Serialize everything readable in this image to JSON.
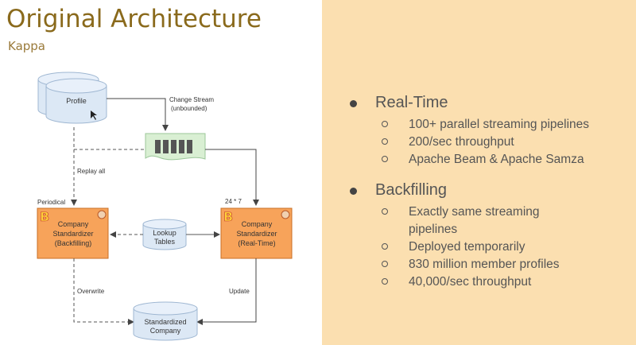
{
  "slide": {
    "title": "Original Architecture",
    "subtitle": "Kappa"
  },
  "diagram": {
    "profile": "Profile",
    "change_stream_line1": "Change Stream",
    "change_stream_line2": "(unbounded)",
    "replay_all": "Replay all",
    "periodical": "Periodical",
    "realtime_schedule": "24 * 7",
    "backfill_box": [
      "Company",
      "Standardizer",
      "(Backfilling)"
    ],
    "realtime_box": [
      "Company",
      "Standardizer",
      "(Real-Time)"
    ],
    "lookup_tables": [
      "Lookup",
      "Tables"
    ],
    "overwrite": "Overwrite",
    "update": "Update",
    "standardized_company": [
      "Standardized",
      "Company"
    ]
  },
  "bullets": {
    "realtime": {
      "label": "Real-Time",
      "items": [
        "100+ parallel streaming pipelines",
        "200/sec throughput",
        "Apache Beam & Apache Samza"
      ]
    },
    "backfilling": {
      "label": "Backfilling",
      "items": [
        "Exactly same streaming",
        "pipelines",
        "Deployed temporarily",
        "830 million member profiles",
        "40,000/sec throughput"
      ]
    }
  },
  "colors": {
    "background_right": "#fbdfb0",
    "title": "#8a6a1c",
    "db_fill": "#dce8f5",
    "processor_fill": "#f7a35a",
    "queue_fill": "#d9efd3"
  }
}
